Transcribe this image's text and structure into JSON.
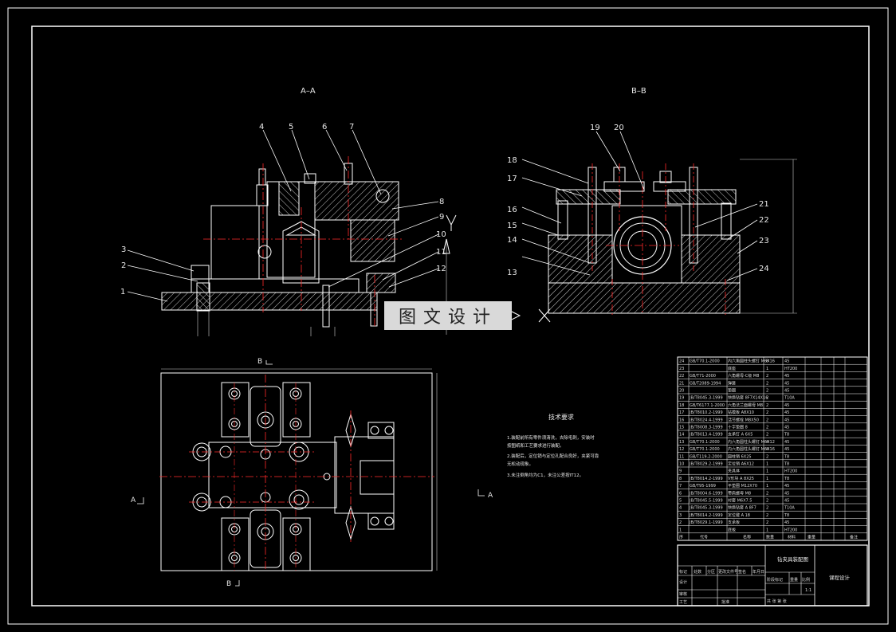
{
  "views": {
    "section_aa_title": "A–A",
    "section_bb_title": "B–B"
  },
  "callouts_aa": [
    "1",
    "2",
    "3",
    "4",
    "5",
    "6",
    "7",
    "8",
    "9",
    "10",
    "11",
    "12"
  ],
  "callouts_bb": [
    "13",
    "14",
    "15",
    "16",
    "17",
    "18",
    "19",
    "20",
    "21",
    "22",
    "23",
    "24"
  ],
  "plan_view_marks": {
    "b_top": "B",
    "b_bottom": "B",
    "a_left": "A",
    "a_right": "A"
  },
  "tech_requirements": {
    "title": "技术要求",
    "items": [
      "1.装配前所有零件须清洗，去除毛刺，安装时",
      "按图纸和工艺要求进行装配。",
      "2.装配后，定位销与定位孔配合良好，夹紧可靠",
      "无松动现象。",
      "3.未注倒角均为C1，未注公差按IT12。"
    ]
  },
  "bom_rows": [
    {
      "no": "24",
      "code": "GB/T70.1-2000",
      "name": "内六角圆柱头螺钉 M6X16",
      "qty": "8",
      "mat": "45"
    },
    {
      "no": "23",
      "code": "",
      "name": "底座",
      "qty": "1",
      "mat": "HT200"
    },
    {
      "no": "22",
      "code": "GB/T71-2000",
      "name": "六角螺母-C级 M8",
      "qty": "2",
      "mat": "45"
    },
    {
      "no": "21",
      "code": "GB/T2089-1994",
      "name": "弹簧",
      "qty": "2",
      "mat": "45"
    },
    {
      "no": "20",
      "code": "",
      "name": "垫圈",
      "qty": "2",
      "mat": "45"
    },
    {
      "no": "19",
      "code": "JB/T8045.3-1999",
      "name": "快换钻套 8F7X14X16",
      "qty": "2",
      "mat": "T10A"
    },
    {
      "no": "18",
      "code": "GB/T6177.1-2000",
      "name": "六角法兰面螺母 M8",
      "qty": "2",
      "mat": "45"
    },
    {
      "no": "17",
      "code": "JB/T8010.2-1999",
      "name": "钻模板 A8X10",
      "qty": "2",
      "mat": "45"
    },
    {
      "no": "16",
      "code": "JB/T8024.4-1999",
      "name": "活节螺栓 M8X50",
      "qty": "2",
      "mat": "45"
    },
    {
      "no": "15",
      "code": "JB/T8008.3-1999",
      "name": "十字垫圈 8",
      "qty": "2",
      "mat": "45"
    },
    {
      "no": "14",
      "code": "JB/T8013.4-1999",
      "name": "支承钉 A 6X5",
      "qty": "2",
      "mat": "T8"
    },
    {
      "no": "13",
      "code": "GB/T70.1-2000",
      "name": "内六角圆柱头螺钉 M6X12",
      "qty": "4",
      "mat": "45"
    },
    {
      "no": "12",
      "code": "GB/T70.1-2000",
      "name": "内六角圆柱头螺钉 M6X16",
      "qty": "4",
      "mat": "45"
    },
    {
      "no": "11",
      "code": "GB/T119.2-2000",
      "name": "圆柱销 6X25",
      "qty": "2",
      "mat": "T8"
    },
    {
      "no": "10",
      "code": "JB/T8029.2-1999",
      "name": "定位销 A6X12",
      "qty": "1",
      "mat": "T8"
    },
    {
      "no": "9",
      "code": "",
      "name": "夹具体",
      "qty": "1",
      "mat": "HT200"
    },
    {
      "no": "8",
      "code": "JB/T8014.2-1999",
      "name": "V形块 A 8X25",
      "qty": "1",
      "mat": "T8"
    },
    {
      "no": "7",
      "code": "GB/T95-1999",
      "name": "平垫圈 M12X70",
      "qty": "1",
      "mat": "45"
    },
    {
      "no": "6",
      "code": "JB/T8004.6-1999",
      "name": "带肩螺母 M8",
      "qty": "2",
      "mat": "45"
    },
    {
      "no": "5",
      "code": "JB/T8045.5-1999",
      "name": "衬套 M6X7.5",
      "qty": "2",
      "mat": "45"
    },
    {
      "no": "4",
      "code": "JB/T8045.3-1999",
      "name": "快换钻套 A 8F7",
      "qty": "2",
      "mat": "T10A"
    },
    {
      "no": "3",
      "code": "JB/T8014.2-1999",
      "name": "定位键 A 18",
      "qty": "2",
      "mat": "T8"
    },
    {
      "no": "2",
      "code": "JB/T8029.1-1999",
      "name": "支承板",
      "qty": "2",
      "mat": "45"
    },
    {
      "no": "1",
      "code": "",
      "name": "底板",
      "qty": "1",
      "mat": "HT200"
    }
  ],
  "bom_header": {
    "no": "序",
    "code": "代号",
    "name": "名称",
    "qty": "数量",
    "mat": "材料",
    "weight": "重量",
    "note": "备注"
  },
  "title_block": {
    "drawing_name": "钻夹具装配图",
    "school": "课程设计",
    "row_labels": [
      "标记",
      "处数",
      "分区",
      "更改文件号",
      "签名",
      "年月日"
    ],
    "design": "设计",
    "review": "审核",
    "craft": "工艺",
    "approve": "批准",
    "stage": "阶段标记",
    "weight": "重量",
    "scale": "比例",
    "scale_value": "1:1",
    "sheet": "共 张 第 张"
  },
  "watermark": "图文设计",
  "colors": {
    "outline": "#ffffff",
    "centerline": "#ff2a2a",
    "hatch": "#bfbfbf",
    "dim": "#cfcfcf"
  }
}
